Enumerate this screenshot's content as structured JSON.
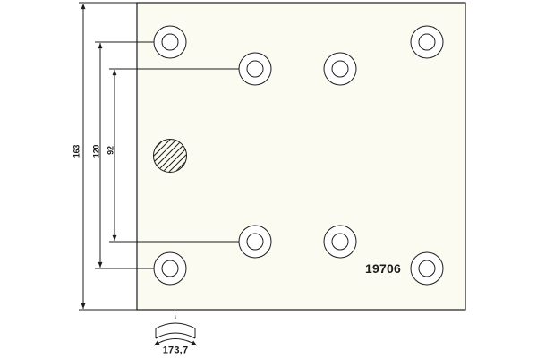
{
  "drawing": {
    "part_number": "19706",
    "dim_height": "163",
    "dim_span_outer": "120",
    "dim_span_inner": "92",
    "arc_width": "173,7",
    "colors": {
      "line": "#1c1c1c",
      "plate_fill": "#fcfbf2",
      "hole_fill": "#ffffff",
      "background": "#ffffff"
    }
  }
}
